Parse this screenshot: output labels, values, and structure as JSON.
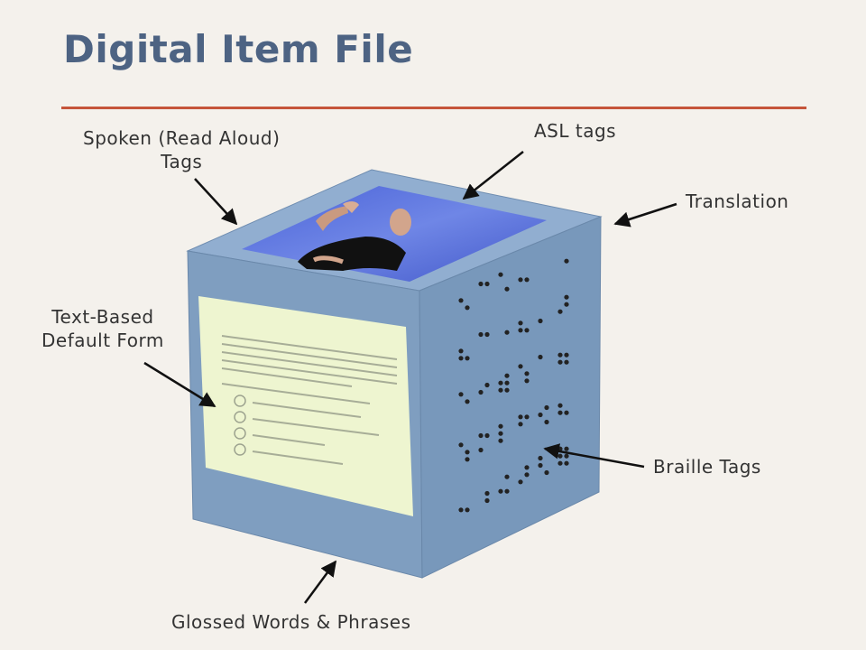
{
  "title": "Digital Item File",
  "labels": {
    "spoken": [
      "Spoken (Read Aloud)",
      "Tags"
    ],
    "asl": "ASL tags",
    "translation": "Translation",
    "text_based": [
      "Text-Based",
      "Default Form"
    ],
    "braille": "Braille Tags",
    "glossed": "Glossed Words & Phrases"
  },
  "colors": {
    "title": "#4d6383",
    "rule": "#c5553a",
    "cube_front": "#7f9ec0",
    "cube_top": "#90add0",
    "cube_right": "#7696b9",
    "text_panel": "#eef5d0",
    "video_bg": "#5d73d6"
  }
}
